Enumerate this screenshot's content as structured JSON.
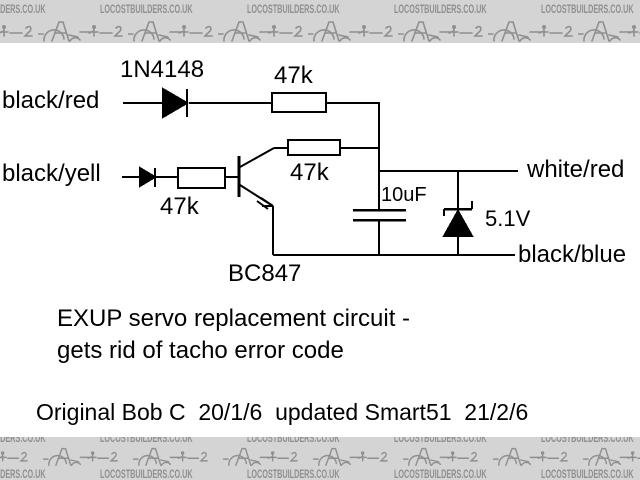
{
  "watermark": {
    "text": "LOCOSTBUILDERS.CO.UK",
    "bg_color": "#d4d4d4",
    "text_color": "#8f8f8f",
    "car_icon": "locost-car-sketch"
  },
  "schematic": {
    "line_color": "#000000",
    "diode1_label": "1N4148",
    "resistor1_label": "47k",
    "resistor2_label": "47k",
    "resistor3_label": "47k",
    "input1_label": "black/red",
    "input2_label": "black/yell",
    "output1_label": "white/red",
    "output2_label": "black/blue",
    "capacitor_label": "10uF",
    "zener_label": "5.1V",
    "transistor_label": "BC847"
  },
  "caption": {
    "line1": "EXUP servo replacement circuit -",
    "line2": "gets rid of tacho error code"
  },
  "credit_line": "Original Bob C  20/1/6  updated Smart51  21/2/6"
}
